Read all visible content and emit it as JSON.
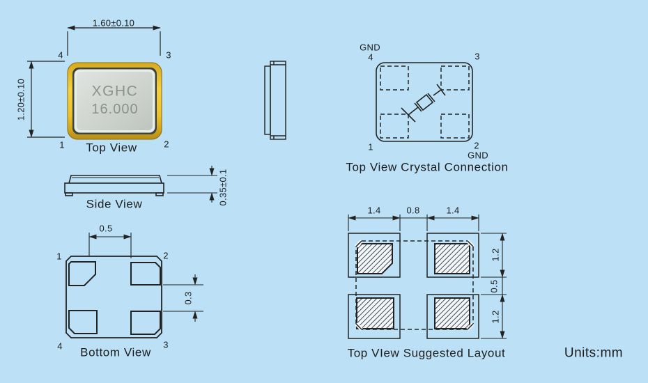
{
  "page": {
    "background_color": "#bce1f6",
    "line_color": "#222222",
    "units_label": "Units:mm"
  },
  "top_view": {
    "title": "Top View",
    "dim_width": "1.60±0.10",
    "dim_height": "1.20±0.10",
    "chip_marking_line1": "XGHC",
    "chip_marking_line2": "16.000",
    "pins": {
      "tl": "4",
      "tr": "3",
      "bl": "1",
      "br": "2"
    },
    "colors": {
      "body_gold": "#eec731",
      "lid_gray": "#c9cec9",
      "marking_text": "#8b918e"
    }
  },
  "side_view": {
    "title": "Side View",
    "dim_height": "0.35±0.1"
  },
  "bottom_view": {
    "title": "Bottom View",
    "dim_pad_gap_x": "0.5",
    "dim_pad_gap_y": "0.3",
    "pins": {
      "tl": "1",
      "tr": "2",
      "bl": "4",
      "br": "3"
    }
  },
  "crystal_connection": {
    "title": "Top View Crystal Connection",
    "gnd_top": "GND",
    "gnd_bottom": "GND",
    "pins": {
      "tl": "4",
      "tr": "3",
      "bl": "1",
      "br": "2"
    }
  },
  "suggested_layout": {
    "title": "Top VIew Suggested Layout",
    "dims_top": [
      "1.4",
      "0.8",
      "1.4"
    ],
    "dims_right": [
      "1.2",
      "0.5",
      "1.2"
    ]
  }
}
